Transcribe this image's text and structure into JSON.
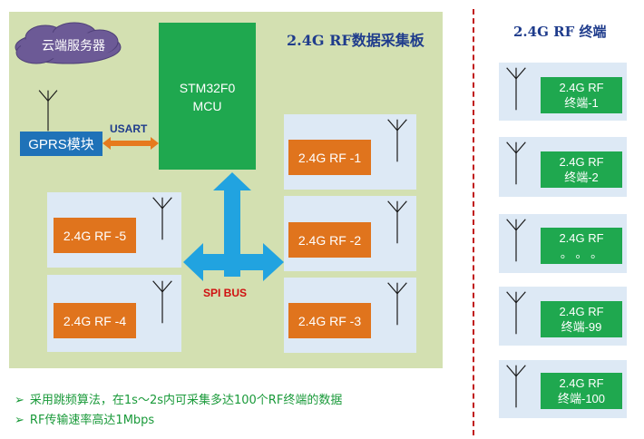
{
  "board_title": "2.4G RF数据采集板",
  "cloud_label": "云端服务器",
  "mcu": {
    "line1": "STM32F0",
    "line2": "MCU"
  },
  "gprs_label": "GPRS模块",
  "usart_label": "USART",
  "spi_bus_label": "SPI BUS",
  "rf_modules": [
    "2.4G RF -1",
    "2.4G RF -2",
    "2.4G RF -3",
    "2.4G RF -4",
    "2.4G RF -5"
  ],
  "terminals_title": "2.4G RF  终端",
  "terminals": [
    {
      "line1": "2.4G RF",
      "line2": "终端-1"
    },
    {
      "line1": "2.4G RF",
      "line2": "终端-2"
    },
    {
      "line1": "2.4G RF",
      "line2": "。 。 。"
    },
    {
      "line1": "2.4G RF",
      "line2": "终端-99"
    },
    {
      "line1": "2.4G RF",
      "line2": "终端-100"
    }
  ],
  "notes": [
    "采用跳频算法，在1s～2s内可采集多达100个RF终端的数据",
    "RF传输速率高达1Mbps"
  ],
  "colors": {
    "board": "#d3e0b1",
    "mcu": "#1fa84f",
    "gprs": "#1f72b8",
    "rf": "#e0741d",
    "terminal": "#1fa84f",
    "bus_arrow": "#21a3e0",
    "usart_arrow": "#e67a1e",
    "separator": "#c01818"
  },
  "icons": [
    "cloud-icon",
    "antenna-icon",
    "arrow-double-icon",
    "bullet-arrow-icon"
  ]
}
